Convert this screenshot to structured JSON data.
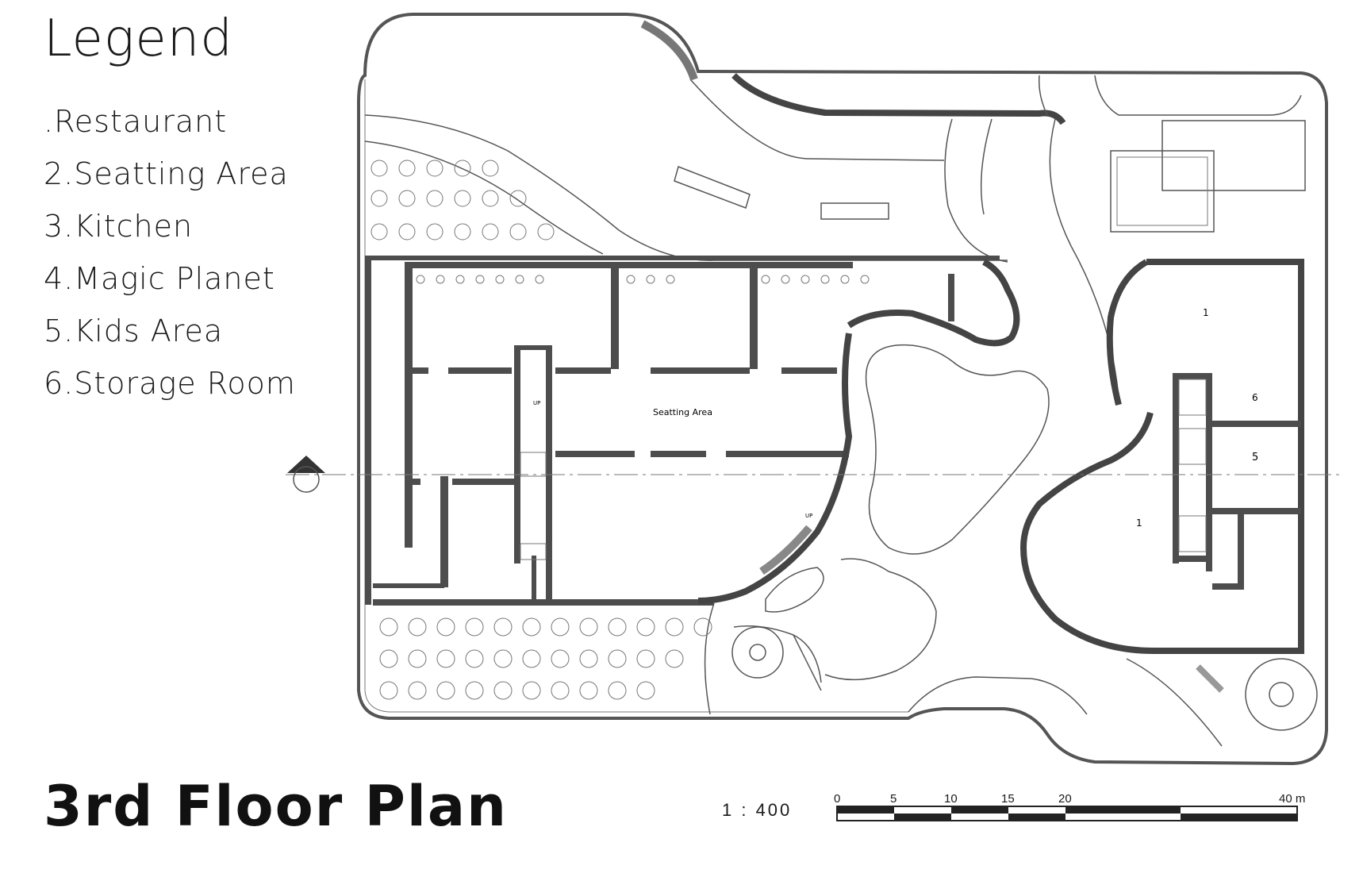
{
  "legend": {
    "title": "Legend",
    "items": [
      ".Restaurant",
      "2.Seatting Area",
      "3.Kitchen",
      "4.Magic Planet",
      "5.Kids Area",
      "6.Storage Room"
    ]
  },
  "plan": {
    "title": "3rd Floor Plan",
    "seating_label": "Seatting Area",
    "room_numbers": [
      "1",
      "6",
      "5",
      "1"
    ],
    "stair_labels": [
      "UP",
      "UP"
    ]
  },
  "scale": {
    "ratio": "1 : 400",
    "ticks": [
      "0",
      "5",
      "10",
      "15",
      "20",
      "40 m"
    ]
  },
  "colors": {
    "wall": "#4d4d4d",
    "line": "#555555",
    "background": "#ffffff"
  }
}
